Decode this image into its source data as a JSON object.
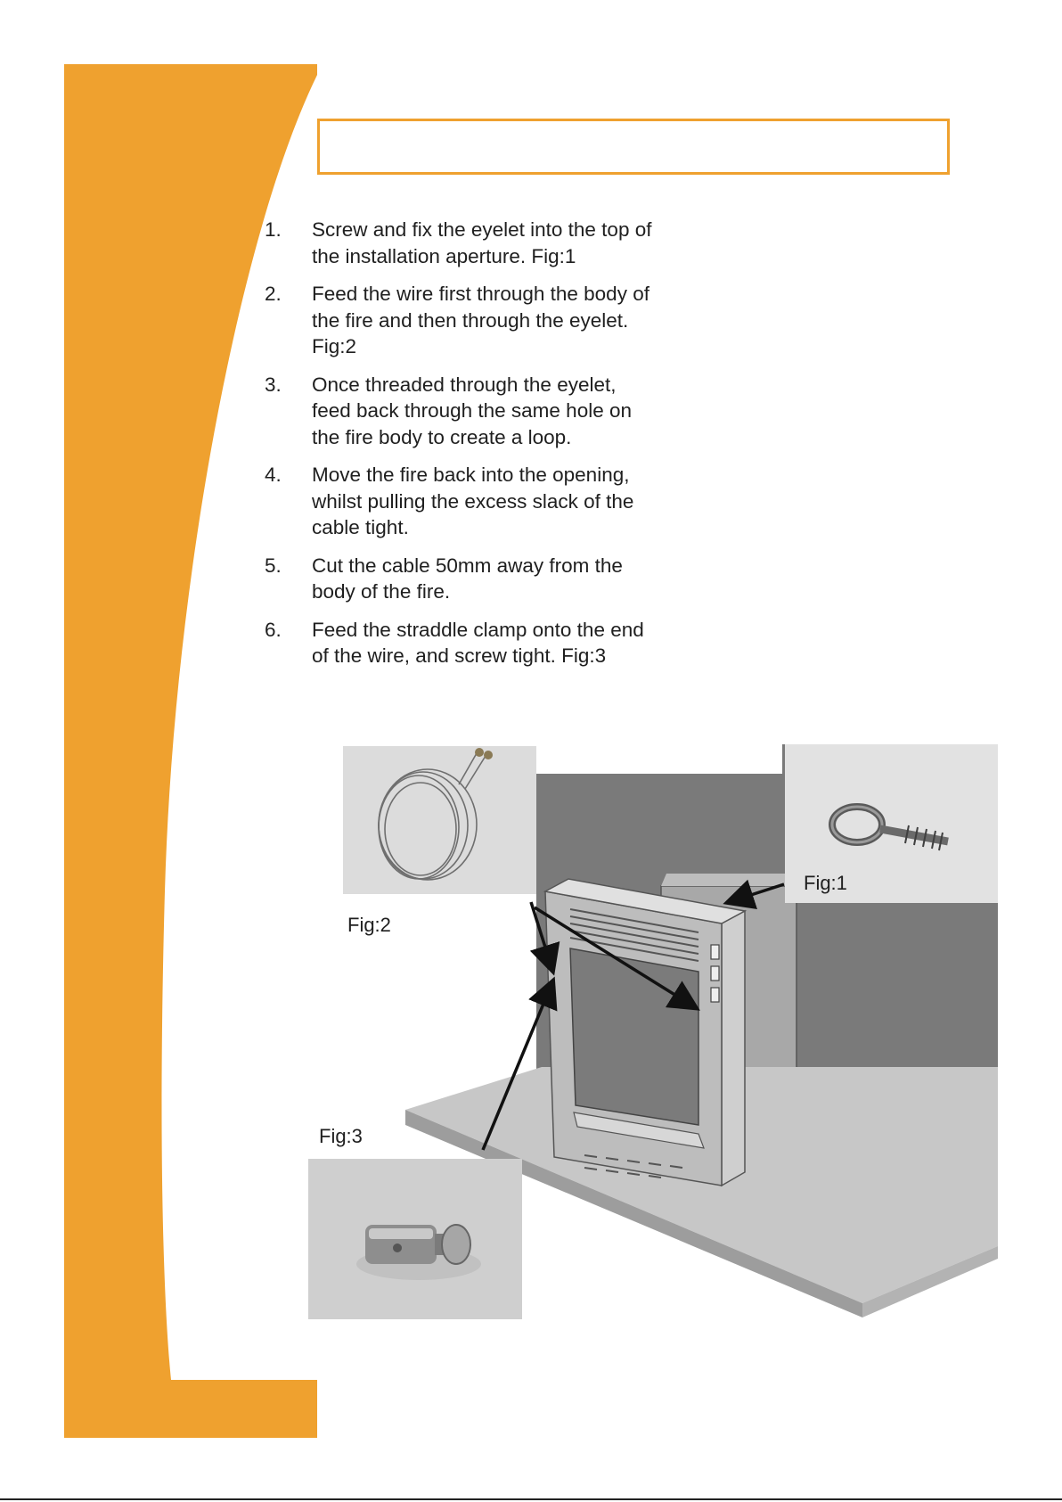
{
  "steps": [
    {
      "num": "1.",
      "text": "Screw and fix the eyelet into the top of the installation aperture. Fig:1"
    },
    {
      "num": "2.",
      "text": "Feed the wire first through the body of the fire and then through the eyelet. Fig:2"
    },
    {
      "num": "3.",
      "text": "Once threaded through the eyelet, feed back through the same hole on the fire body to create a loop."
    },
    {
      "num": "4.",
      "text": "Move the fire back into the opening, whilst pulling the excess slack of the cable tight."
    },
    {
      "num": "5.",
      "text": "Cut the cable 50mm away from the body of the fire."
    },
    {
      "num": "6.",
      "text": "Feed the straddle clamp onto the end of the wire, and screw tight. Fig:3"
    }
  ],
  "figures": {
    "fig1_label": "Fig:1",
    "fig2_label": "Fig:2",
    "fig3_label": "Fig:3"
  },
  "colors": {
    "accent": "#EFA12F",
    "text": "#1f1f1f"
  }
}
